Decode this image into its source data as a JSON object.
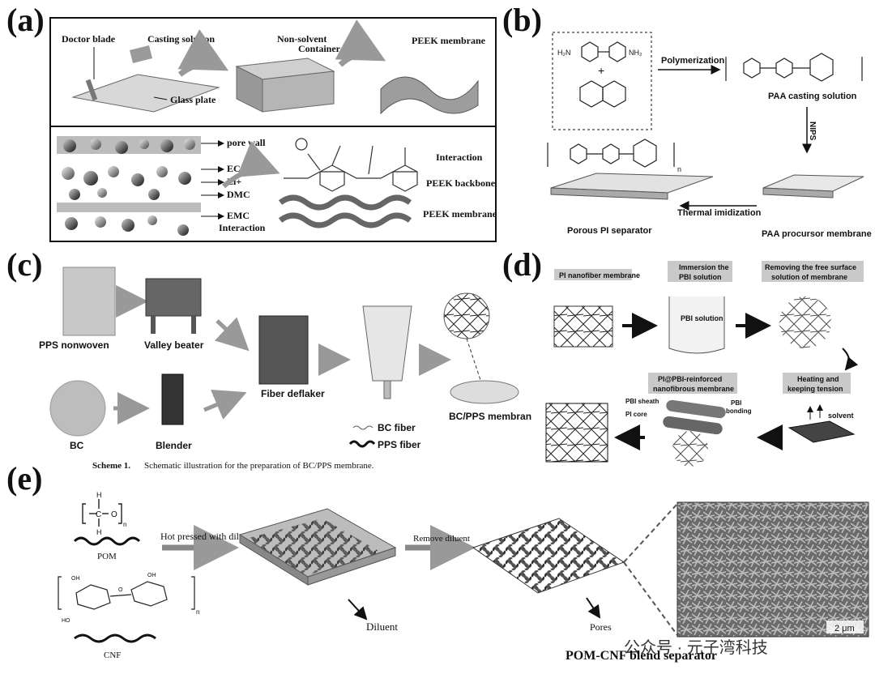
{
  "panel_labels": {
    "a": "(a)",
    "b": "(b)",
    "c": "(c)",
    "d": "(d)",
    "e": "(e)"
  },
  "a": {
    "doctor_blade": "Doctor blade",
    "casting_solution": "Casting solution",
    "glass_plate": "Glass plate",
    "non_solvent": "Non-solvent",
    "container": "Container",
    "peek_membrane_top": "PEEK membrane",
    "pore_wall": "pore wall",
    "ec": "EC",
    "li": "Li+",
    "dmc": "DMC",
    "emc": "EMC",
    "interaction_left": "Interaction",
    "interaction_right": "Interaction",
    "peek_backbone": "PEEK backbone",
    "peek_membrane_bottom": "PEEK membrane"
  },
  "b": {
    "h2n": "H₂N",
    "nh2": "NH₂",
    "plus": "+",
    "polymerization": "Polymerization",
    "paa_casting": "PAA casting solution",
    "nips": "NIPS",
    "thermal": "Thermal imidization",
    "porous_pi": "Porous PI separator",
    "paa_precursor": "PAA procursor membrane",
    "n_sub": "n"
  },
  "c": {
    "pps_nonwoven": "PPS nonwoven",
    "valley_beater": "Valley beater",
    "bc": "BC",
    "blender": "Blender",
    "fiber_deflaker": "Fiber deflaker",
    "bc_fiber": "BC fiber",
    "pps_fiber": "PPS fiber",
    "bcpps": "BC/PPS membran",
    "scheme": "Scheme 1.",
    "caption": "Schematic illustration for the preparation of BC/PPS membrane."
  },
  "d": {
    "pi_nanofiber": "PI nanofiber membrane",
    "immersion_1": "Immersion the",
    "immersion_2": "PBI solution",
    "removing_1": "Removing   the free surface",
    "removing_2": "solution of membrane",
    "pbi_solution": "PBI solution",
    "heating_1": "Heating and",
    "heating_2": "keeping tension",
    "reinforced_1": "PI@PBI-reinforced",
    "reinforced_2": "nanofibrous membrane",
    "pbi_sheath": "PBI sheath",
    "pi_core": "PI core",
    "pbi_bonding_1": "PBI",
    "pbi_bonding_2": "bonding",
    "solvent": "solvent"
  },
  "e": {
    "pom": "POM",
    "cnf": "CNF",
    "hot_pressed": "Hot pressed with diluent",
    "remove_diluent": "Remove diluent",
    "diluent": "Diluent",
    "pores": "Pores",
    "separator": "POM-CNF blend separator",
    "scale": "2 μm",
    "h_top": "H",
    "h_bottom": "H",
    "c_atom": "C",
    "o_atom": "O",
    "n_sub": "n",
    "oh": "OH",
    "ho": "HO",
    "o": "O"
  },
  "watermark": "公众号 · 元子湾科技",
  "colors": {
    "ink": "#111111",
    "gray": "#8a8a8a",
    "light": "#d9d9d9",
    "bg": "#ffffff"
  }
}
